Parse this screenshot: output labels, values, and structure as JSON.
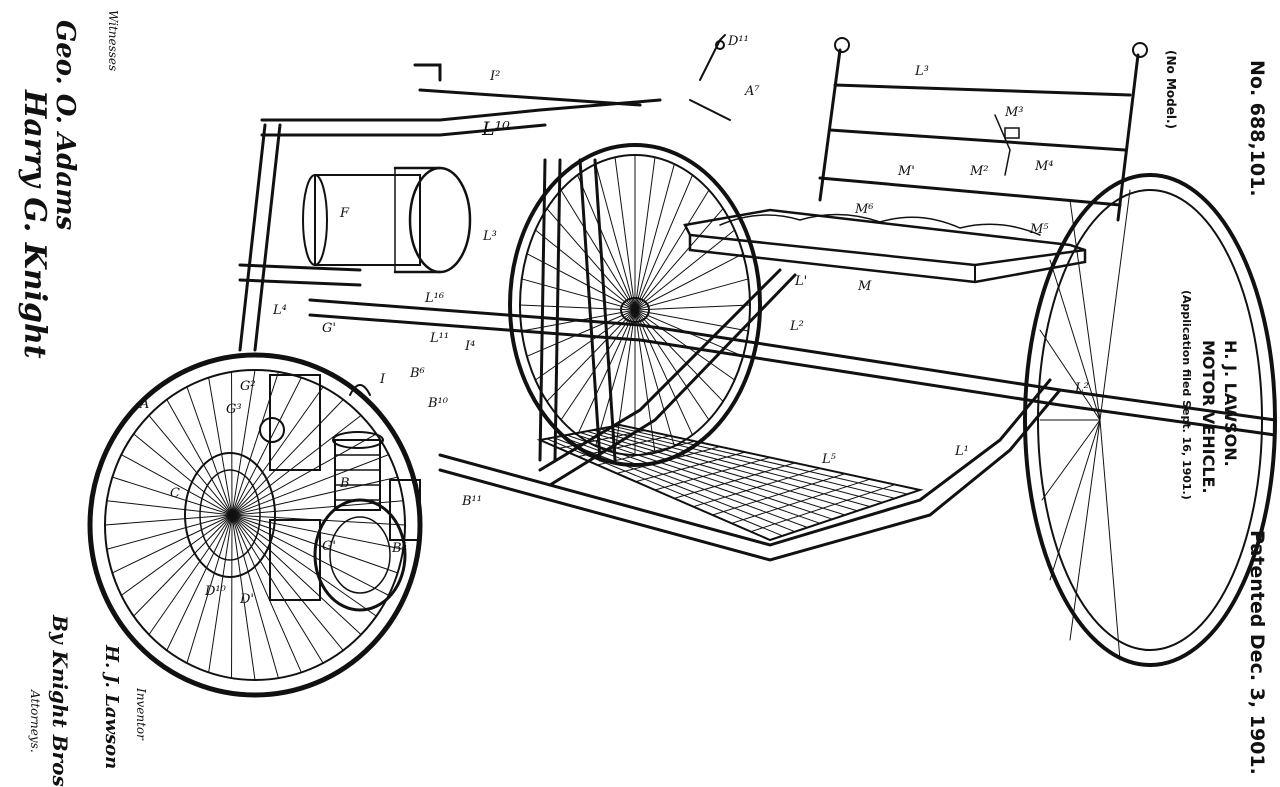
{
  "header": {
    "patent_number": "No. 688,101.",
    "patent_date": "Patented Dec. 3, 1901.",
    "inventor_name": "H. J. LAWSON.",
    "title": "MOTOR VEHICLE.",
    "application": "(Application filed Sept. 16, 1901.)",
    "model_note": "(No Model.)"
  },
  "witnesses": {
    "heading": "Witnesses",
    "signature_1": "Geo. O. Adams",
    "signature_2": "Harry G. Knight"
  },
  "inventor_block": {
    "signature": "H. J. Lawson",
    "role": "Inventor",
    "by_attorneys": "By Knight Bros",
    "attorneys_label": "Attorneys."
  },
  "reference_labels": {
    "D11": "D¹¹",
    "A7": "A⁷",
    "I2": "I²",
    "L10": "L¹⁰",
    "L3top": "L³",
    "M3": "M³",
    "M4": "M⁴",
    "M2": "M²",
    "M1": "M'",
    "M6": "M⁶",
    "M5": "M⁵",
    "M": "M",
    "F": "F",
    "L3": "L³",
    "L4": "L⁴",
    "L16": "L¹⁶",
    "G1top": "G'",
    "L11": "L¹¹",
    "I4": "I⁴",
    "L1mid": "L'",
    "L2": "L²",
    "L2b": "L²",
    "G2": "G²",
    "I": "I",
    "B6": "B⁶",
    "G3": "G³",
    "B10": "B¹⁰",
    "A": "A",
    "C": "C",
    "B": "B",
    "B11": "B¹¹",
    "G1": "G'",
    "B5": "B⁵",
    "D10": "D¹⁰",
    "D1": "D'",
    "L5": "L⁵",
    "L1": "L¹"
  }
}
